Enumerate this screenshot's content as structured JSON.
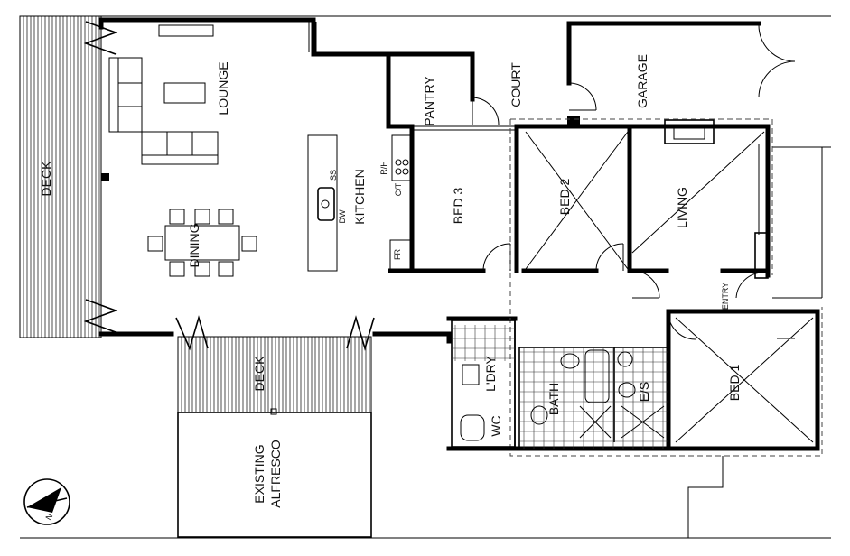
{
  "labels": {
    "deck_left": "DECK",
    "lounge": "LOUNGE",
    "dining": "DINING",
    "kitchen": "KITCHEN",
    "pantry": "PANTRY",
    "court": "COURT",
    "garage": "GARAGE",
    "bed3": "BED 3",
    "bed2": "BED 2",
    "living": "LIVING",
    "entry": "ENTRY",
    "bed1": "BED 1",
    "ldry": "L'DRY",
    "bath": "BATH",
    "ensuite": "E/S",
    "wc": "WC",
    "deck_bottom": "DECK",
    "alfresco_line1": "EXISTING",
    "alfresco_line2": "ALFRESCO",
    "ss": "SS",
    "dw": "DW",
    "rh": "R/H",
    "ct": "C/T",
    "fr": "FR",
    "north": "N"
  },
  "icons": {
    "north_arrow": "north-arrow-icon"
  },
  "colors": {
    "line": "#000000",
    "background": "#ffffff"
  }
}
